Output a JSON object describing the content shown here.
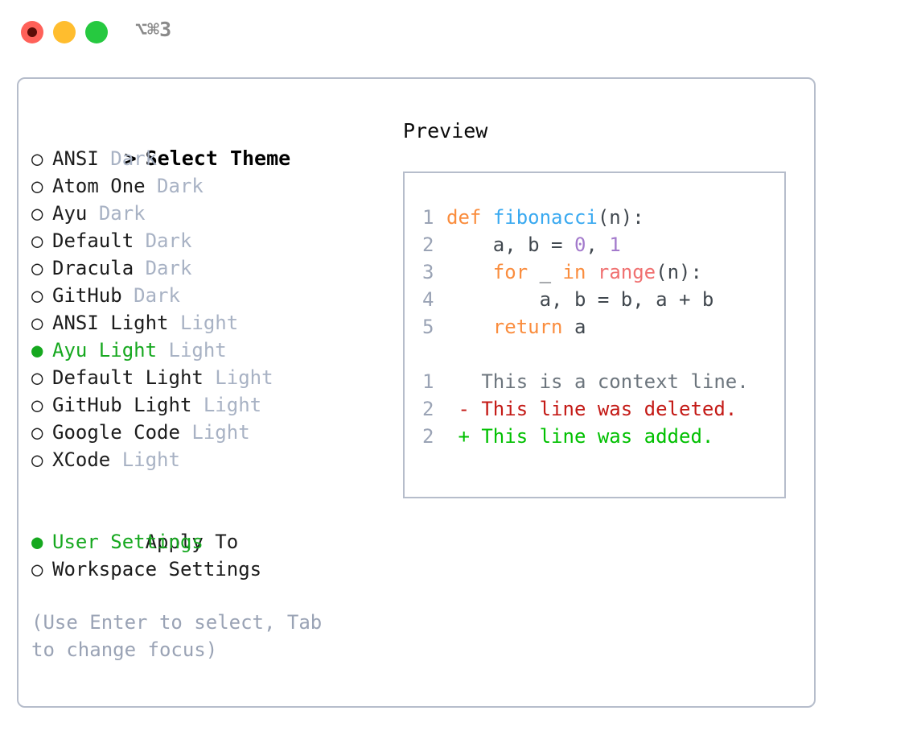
{
  "window": {
    "shortcut": "⌥⌘3",
    "traffic_lights": [
      {
        "name": "close",
        "color": "#ff6159"
      },
      {
        "name": "minimize",
        "color": "#ffbd2e"
      },
      {
        "name": "zoom",
        "color": "#26c940"
      }
    ]
  },
  "theme_picker": {
    "heading_marker": ">",
    "heading": "Select Theme",
    "selected_marker": "●",
    "unselected_marker": "○",
    "items": [
      {
        "marker": "○",
        "name": "ANSI",
        "tag": "Dark",
        "selected": false
      },
      {
        "marker": "○",
        "name": "Atom One",
        "tag": "Dark",
        "selected": false
      },
      {
        "marker": "○",
        "name": "Ayu",
        "tag": "Dark",
        "selected": false
      },
      {
        "marker": "○",
        "name": "Default",
        "tag": "Dark",
        "selected": false
      },
      {
        "marker": "○",
        "name": "Dracula",
        "tag": "Dark",
        "selected": false
      },
      {
        "marker": "○",
        "name": "GitHub",
        "tag": "Dark",
        "selected": false
      },
      {
        "marker": "○",
        "name": "ANSI Light",
        "tag": "Light",
        "selected": false
      },
      {
        "marker": "●",
        "name": "Ayu Light",
        "tag": "Light",
        "selected": true
      },
      {
        "marker": "○",
        "name": "Default Light",
        "tag": "Light",
        "selected": false
      },
      {
        "marker": "○",
        "name": "GitHub Light",
        "tag": "Light",
        "selected": false
      },
      {
        "marker": "○",
        "name": "Google Code",
        "tag": "Light",
        "selected": false
      },
      {
        "marker": "○",
        "name": "XCode",
        "tag": "Light",
        "selected": false
      }
    ]
  },
  "apply_to": {
    "heading": "Apply To",
    "items": [
      {
        "marker": "●",
        "name": "User Settings",
        "selected": true
      },
      {
        "marker": "○",
        "name": "Workspace Settings",
        "selected": false
      }
    ]
  },
  "hint": "(Use Enter to select, Tab to change focus)",
  "preview": {
    "title": "Preview",
    "code": [
      {
        "num": "1",
        "tokens": [
          {
            "t": "def",
            "c": "kw"
          },
          {
            "t": " ",
            "c": "pl"
          },
          {
            "t": "fibonacci",
            "c": "fn"
          },
          {
            "t": "(n):",
            "c": "pl"
          }
        ]
      },
      {
        "num": "2",
        "tokens": [
          {
            "t": "    a, b = ",
            "c": "pl"
          },
          {
            "t": "0",
            "c": "num"
          },
          {
            "t": ", ",
            "c": "pl"
          },
          {
            "t": "1",
            "c": "num"
          }
        ]
      },
      {
        "num": "3",
        "tokens": [
          {
            "t": "    ",
            "c": "pl"
          },
          {
            "t": "for",
            "c": "kw"
          },
          {
            "t": " _ ",
            "c": "pl"
          },
          {
            "t": "in",
            "c": "kw"
          },
          {
            "t": " ",
            "c": "pl"
          },
          {
            "t": "range",
            "c": "bi"
          },
          {
            "t": "(n):",
            "c": "pl"
          }
        ]
      },
      {
        "num": "4",
        "tokens": [
          {
            "t": "        a, b = b, a + b",
            "c": "pl"
          }
        ]
      },
      {
        "num": "5",
        "tokens": [
          {
            "t": "    ",
            "c": "pl"
          },
          {
            "t": "return",
            "c": "kw"
          },
          {
            "t": " a",
            "c": "pl"
          }
        ]
      }
    ],
    "diff": [
      {
        "num": "1",
        "sign": " ",
        "text": "This is a context line.",
        "kind": "ctx"
      },
      {
        "num": "2",
        "sign": "-",
        "text": "This line was deleted.",
        "kind": "del"
      },
      {
        "num": "2",
        "sign": "+",
        "text": "This line was added.",
        "kind": "add"
      }
    ]
  },
  "colors": {
    "accent_green": "#16a81f",
    "muted": "#a8b2c4",
    "hint": "#9aa3b5",
    "border": "#b6bdcb",
    "keyword": "#fa8d3e",
    "function": "#39a9f0",
    "builtin": "#f07171",
    "number": "#a37acc",
    "diff_added": "#00c000",
    "diff_deleted": "#c41a16",
    "diff_context": "#6c757d"
  }
}
